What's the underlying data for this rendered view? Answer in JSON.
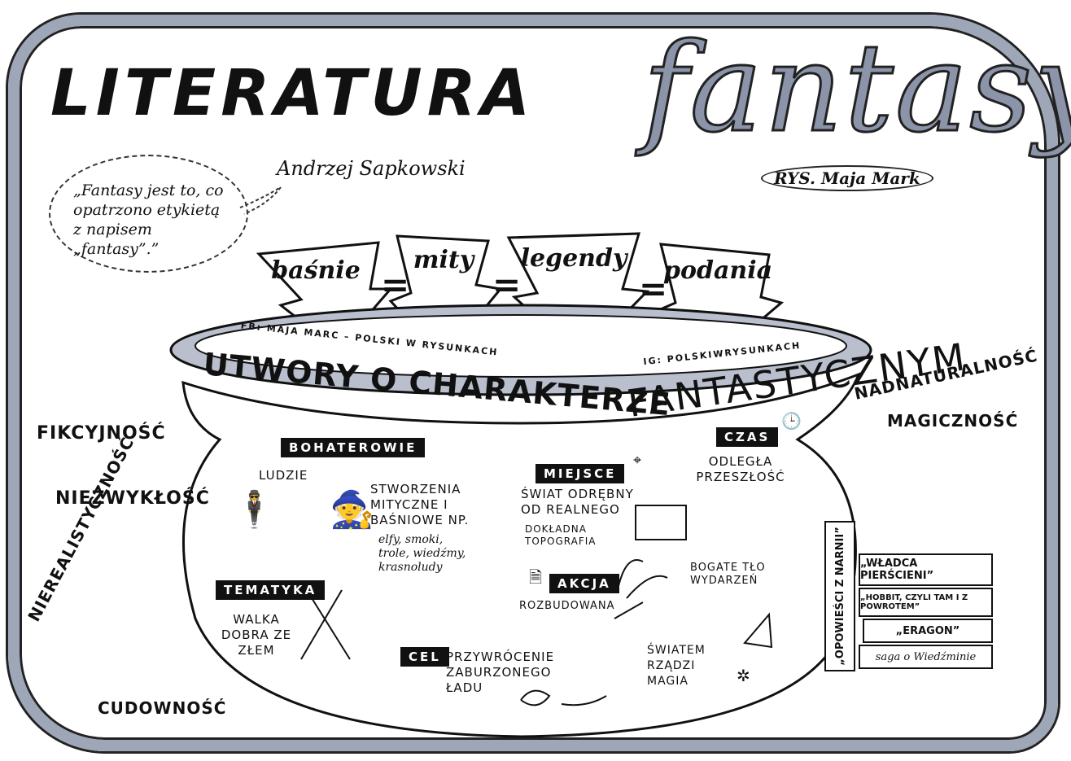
{
  "header": {
    "title_main": "LITERATURA",
    "title_script": "fantasy",
    "author_credit": "RYS. Maja Mark"
  },
  "quote": {
    "text": "„Fantasy jest to, co opatrzono etykietą z napisem „fantasy”.”",
    "author": "Andrzej Sapkowski"
  },
  "sources": [
    {
      "label": "baśnie"
    },
    {
      "label": "mity"
    },
    {
      "label": "legendy"
    },
    {
      "label": "podania"
    }
  ],
  "equals": "=",
  "pot": {
    "fb_credit": "FB: MAJA MARC – POLSKI W RYSUNKACH",
    "ig_credit": "IG: POLSKIWRYSUNKACH",
    "title_part1": "UTWORY O CHARAKTERZE",
    "title_part2": "FANTASTYCZNYM"
  },
  "sections": {
    "bohaterowie": {
      "tag": "BOHATEROWIE",
      "people": "LUDZIE",
      "creatures": "STWORZENIA MITYCZNE I BAŚNIOWE np.",
      "examples": "elfy, smoki, trole, wiedźmy, krasnoludy"
    },
    "miejsce": {
      "tag": "MIEJSCE",
      "world": "ŚWIAT ODRĘBNY OD REALNEGO",
      "topography": "DOKŁADNA TOPOGRAFIA"
    },
    "czas": {
      "tag": "CZAS",
      "value": "ODLEGŁA PRZESZŁOŚĆ"
    },
    "akcja": {
      "tag": "AKCJA",
      "value": "ROZBUDOWANA",
      "background": "BOGATE TŁO WYDARZEŃ"
    },
    "tematyka": {
      "tag": "TEMATYKA",
      "value": "WALKA DOBRA ZE ZŁEM"
    },
    "cel": {
      "tag": "CEL",
      "value": "PRZYWRÓCENIE ZABURZONEGO ŁADU"
    },
    "magia": {
      "value": "ŚWIATEM RZĄDZI MAGIA"
    }
  },
  "features": {
    "left": [
      "FIKCYJNOŚĆ",
      "NIEZWYKŁOŚĆ",
      "NIEREALISTYCZNOŚĆ",
      "CUDOWNOŚĆ"
    ],
    "right": [
      "NADNATURALNOŚĆ",
      "MAGICZNOŚĆ"
    ]
  },
  "books": {
    "spine": "„OPOWIEŚCI Z NARNII”",
    "titles": [
      "„WŁADCA PIERŚCIENI”",
      "„HOBBIT, CZYLI TAM I Z POWROTEM”",
      "„ERAGON”",
      "saga o Wiedźminie"
    ]
  },
  "colors": {
    "accent_gray": "#9ea7b8",
    "ink": "#111111"
  }
}
